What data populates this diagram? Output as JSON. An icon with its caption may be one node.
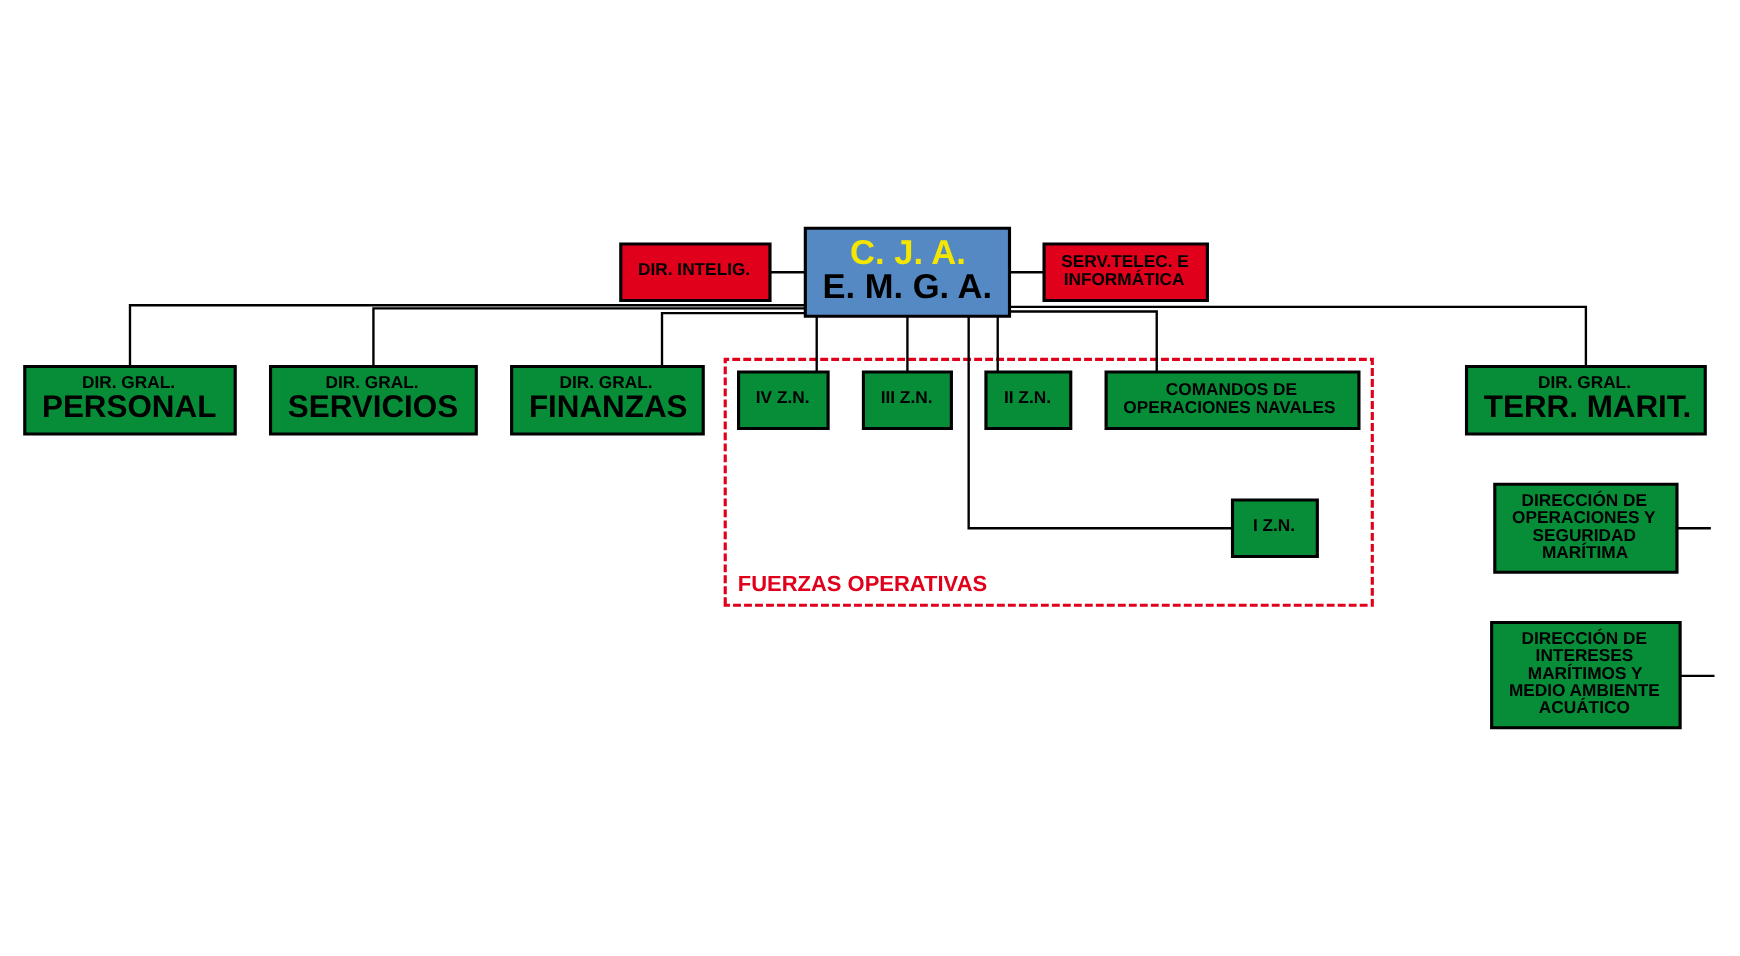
{
  "diagram": {
    "nodes": [
      {
        "text": [
          "C. J. A.",
          "E. M. G. A."
        ]
      },
      {
        "text": [
          "DIR. INTELIG."
        ]
      },
      {
        "text": [
          "SERV.TELEC. E INFORMÁTICA"
        ]
      },
      {
        "text": [
          "DIR. GRAL.",
          "PERSONAL"
        ]
      },
      {
        "text": [
          "DIR. GRAL.",
          "SERVICIOS"
        ]
      },
      {
        "text": [
          "DIR. GRAL.",
          "FINANZAS"
        ]
      },
      {
        "text": [
          "DIR. GRAL.",
          "TERR. MARIT."
        ]
      },
      {
        "text": [
          "FUERZAS OPERATIVAS"
        ]
      },
      {
        "text": [
          "COMANDOS DE OPERACIONES NAVALES"
        ],
        "in": 7
      },
      {
        "text": [
          "I Z.N."
        ],
        "in": 7
      },
      {
        "text": [
          "II Z.N."
        ],
        "in": 7
      },
      {
        "text": [
          "III Z.N."
        ],
        "in": 7
      },
      {
        "text": [
          "IV Z.N."
        ],
        "in": 7
      },
      {
        "text": [
          "DIRECCIÓN DE OPERACIONES Y SEGURIDAD MARÍTIMA"
        ]
      },
      {
        "text": [
          "DIRECCIÓN DE INTERESES MARÍTIMOS Y MEDIO AMBIENTE ACUÁTICO"
        ]
      }
    ],
    "edges": [
      {
        "from": 1,
        "to": 0,
        "arrow": "none"
      },
      {
        "from": 0,
        "to": 2,
        "arrow": "none"
      },
      {
        "from": 0,
        "to": 3,
        "arrow": "none"
      },
      {
        "from": 0,
        "to": 4,
        "arrow": "none"
      },
      {
        "from": 0,
        "to": 5,
        "arrow": "none"
      },
      {
        "from": 0,
        "to": 6,
        "arrow": "none"
      },
      {
        "from": 0,
        "to": 8,
        "arrow": "none"
      },
      {
        "from": 0,
        "to": 9,
        "arrow": "none"
      },
      {
        "from": 0,
        "to": 10,
        "arrow": "none"
      },
      {
        "from": 0,
        "to": 11,
        "arrow": "none"
      },
      {
        "from": 0,
        "to": 12,
        "arrow": "none"
      },
      {
        "from": 13,
        "to": null,
        "arrow": "none"
      },
      {
        "from": 14,
        "to": null,
        "arrow": "none"
      }
    ]
  }
}
